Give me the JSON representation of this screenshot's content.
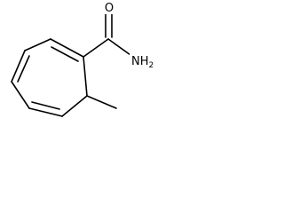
{
  "structure": {
    "atoms": {
      "oxygen": "O",
      "amide_nitrogen": "NH",
      "amide_subscript": "2"
    }
  }
}
